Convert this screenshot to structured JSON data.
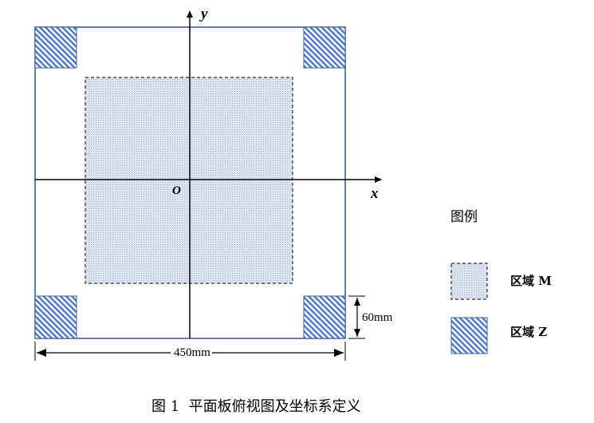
{
  "axes": {
    "x_label": "x",
    "y_label": "y",
    "origin_label": "O"
  },
  "dimensions": {
    "width_label": "450mm",
    "corner_label": "60mm"
  },
  "legend": {
    "title": "图例",
    "items": [
      {
        "label": "区域 M",
        "style": "dotted"
      },
      {
        "label": "区域 Z",
        "style": "hatched"
      }
    ]
  },
  "caption": "图 1  平面板俯视图及坐标系定义",
  "colors": {
    "plate_border": "#3a5f9f",
    "region_m_fill": "#dde6f3",
    "region_z_hatch": "#4a78c0",
    "axis": "#000000"
  }
}
